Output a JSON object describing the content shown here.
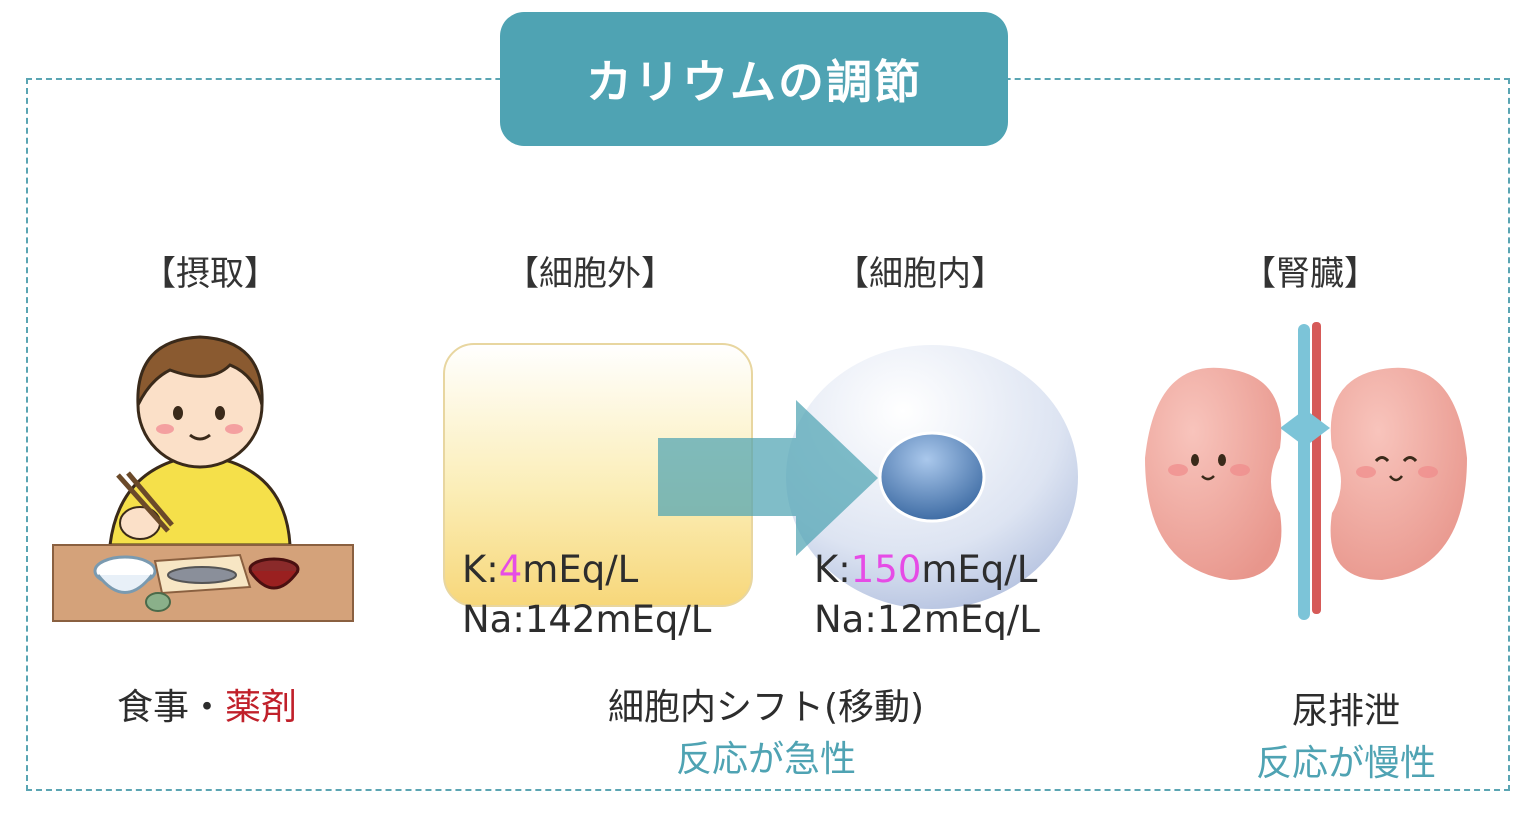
{
  "title": "カリウムの調節",
  "sections": {
    "intake": {
      "heading": "【摂取】",
      "caption_main": "食事・",
      "caption_highlight": "薬剤"
    },
    "extracellular": {
      "heading": "【細胞外】",
      "k_prefix": "K:",
      "k_value": "4",
      "k_unit": "mEq/L",
      "na_text": "Na:142mEq/L"
    },
    "intracellular": {
      "heading": "【細胞内】",
      "k_prefix": "K:",
      "k_value": "150",
      "k_unit": "mEq/L",
      "na_text": "Na:12mEq/L"
    },
    "kidney": {
      "heading": "【腎臓】",
      "caption_main": "尿排泄",
      "caption_note": "反応が慢性"
    }
  },
  "shift": {
    "caption_main": "細胞内シフト(移動)",
    "caption_note": "反応が急性"
  },
  "colors": {
    "accent": "#4fa3b3",
    "highlight_value": "#e64ce6",
    "drug_red": "#c0202a"
  }
}
